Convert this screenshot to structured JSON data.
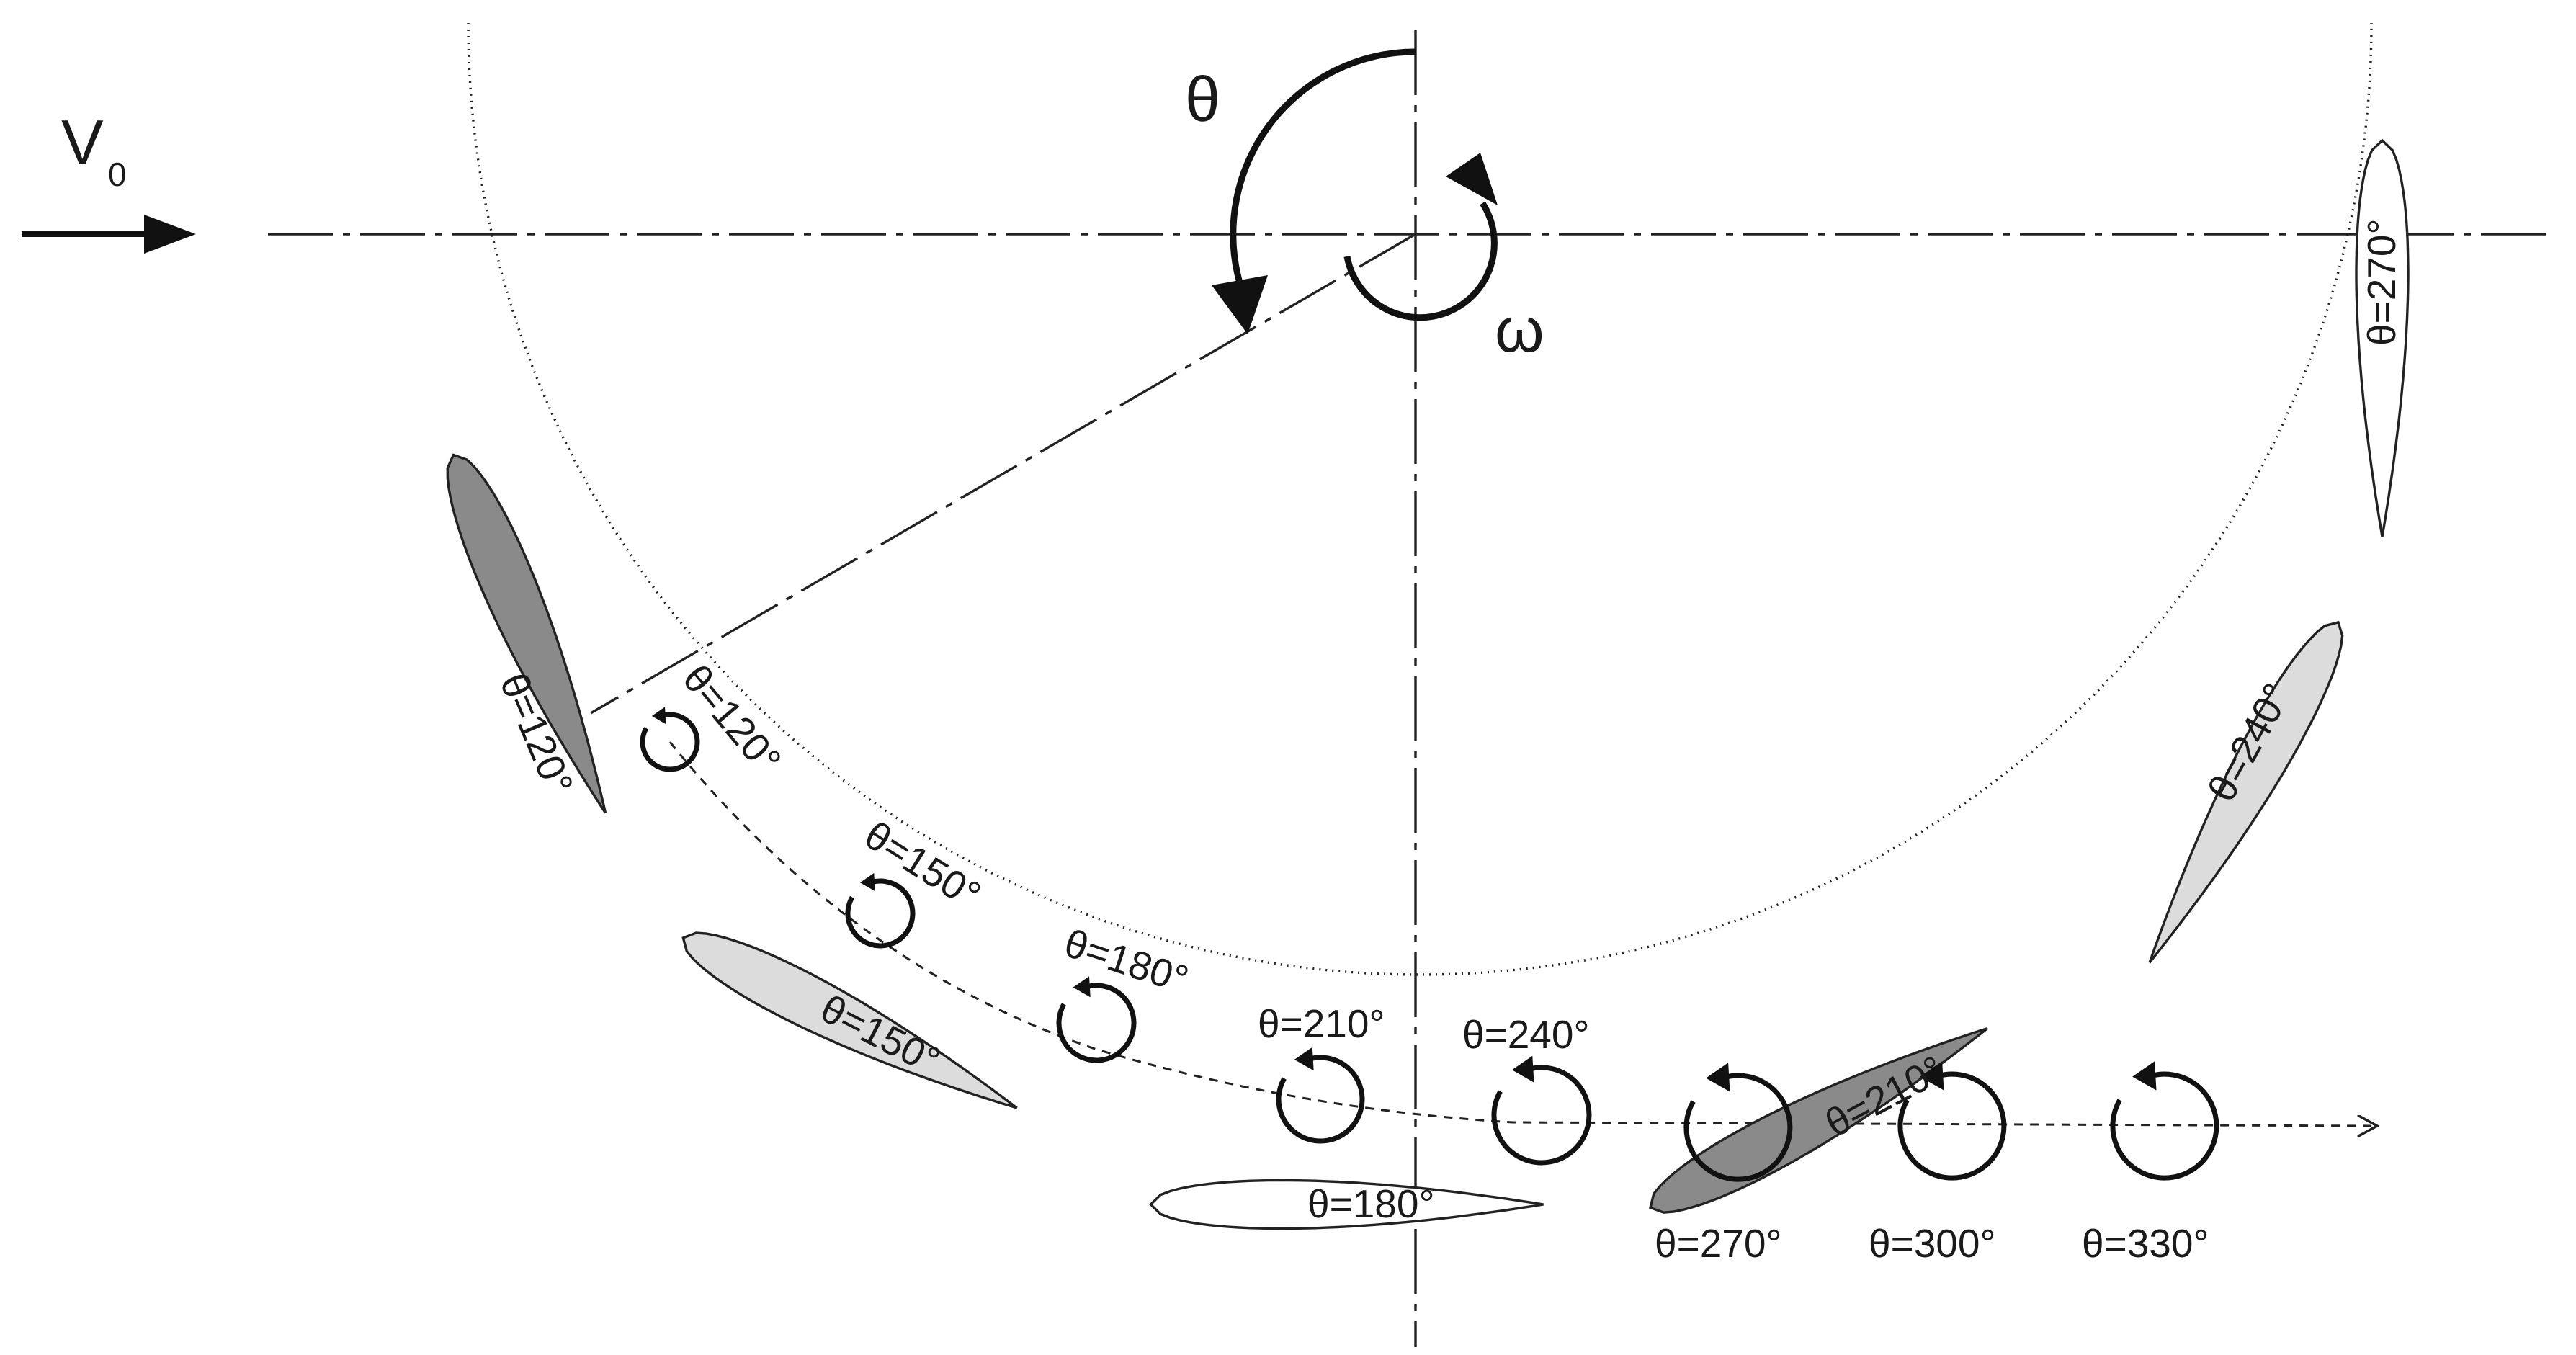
{
  "freestream": {
    "label_main": "V",
    "label_sub": "0"
  },
  "rotation": {
    "theta_symbol": "θ",
    "omega_symbol": "ω"
  },
  "blades": [
    {
      "id": "blade-120",
      "label": "θ=120°",
      "shade": "#8a8a8a"
    },
    {
      "id": "blade-150",
      "label": "θ=150°",
      "shade": "#dcdcdc"
    },
    {
      "id": "blade-180",
      "label": "θ=180°",
      "shade": "#ffffff"
    },
    {
      "id": "blade-210",
      "label": "θ=210°",
      "shade": "#8a8a8a"
    },
    {
      "id": "blade-240",
      "label": "θ=240°",
      "shade": "#dcdcdc"
    },
    {
      "id": "blade-270",
      "label": "θ=270°",
      "shade": "#ffffff"
    }
  ],
  "vortices": [
    {
      "id": "vortex-120",
      "label": "θ=120°"
    },
    {
      "id": "vortex-150",
      "label": "θ=150°"
    },
    {
      "id": "vortex-180",
      "label": "θ=180°"
    },
    {
      "id": "vortex-210",
      "label": "θ=210°"
    },
    {
      "id": "vortex-240",
      "label": "θ=240°"
    },
    {
      "id": "vortex-270",
      "label": "θ=270°"
    },
    {
      "id": "vortex-300",
      "label": "θ=300°"
    },
    {
      "id": "vortex-330",
      "label": "θ=330°"
    }
  ]
}
